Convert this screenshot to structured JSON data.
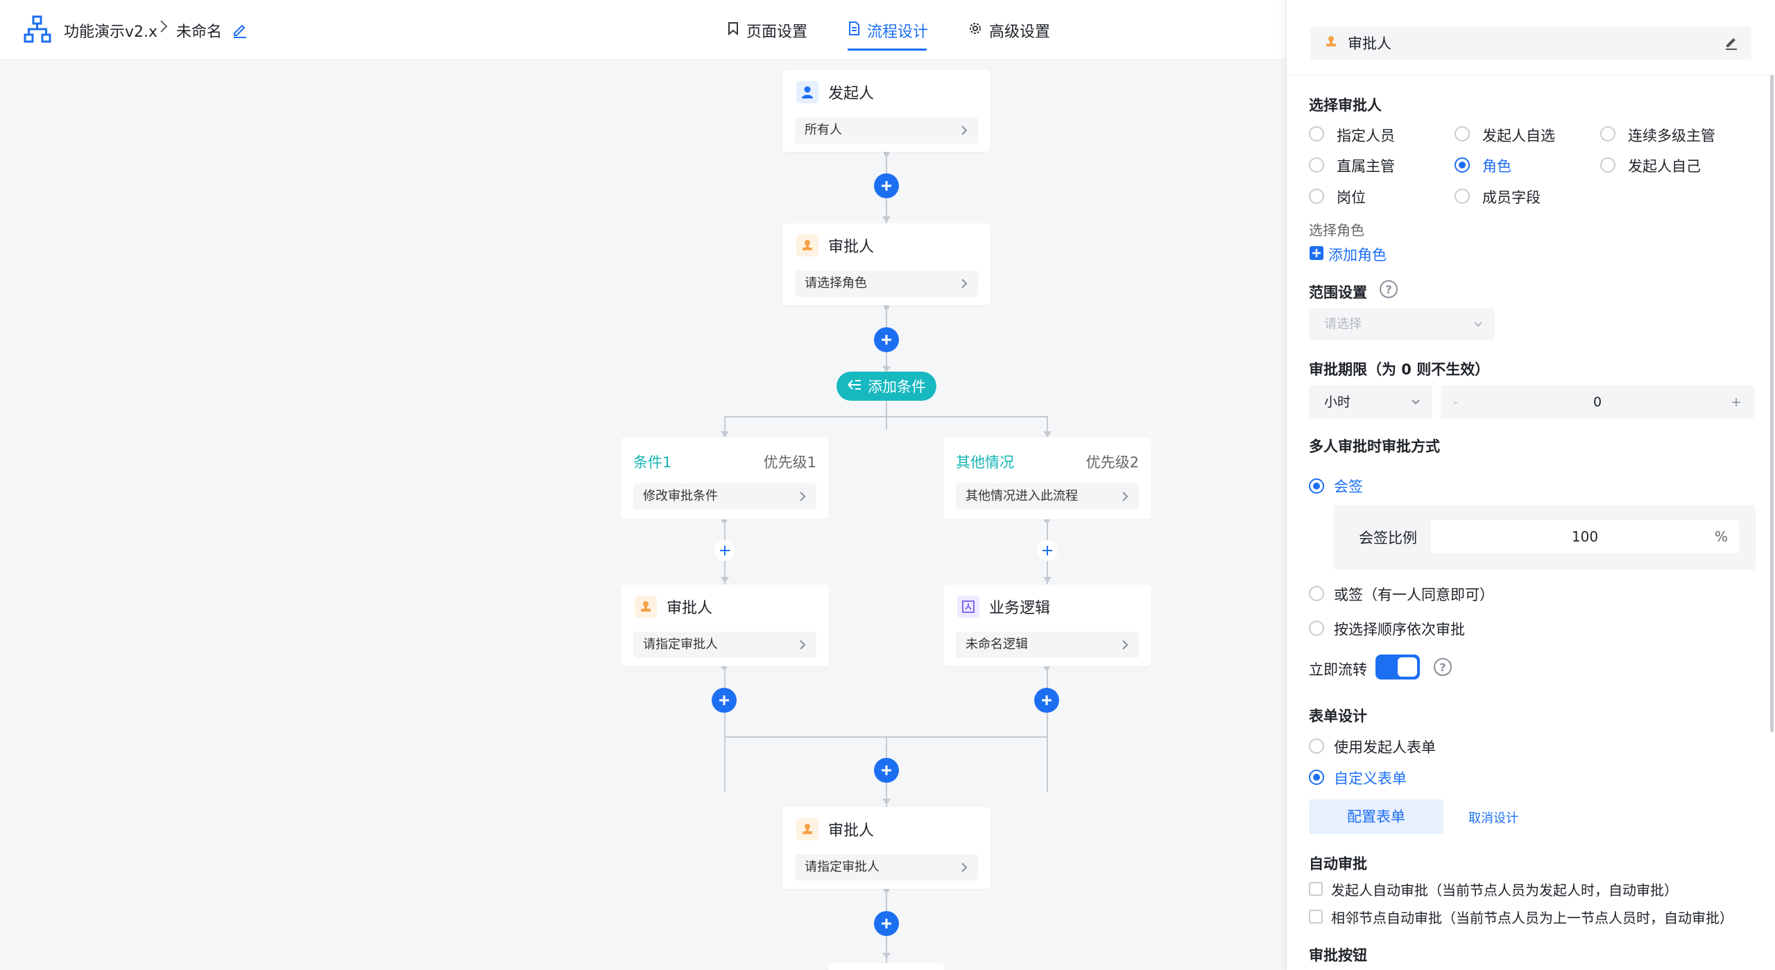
{
  "header": {
    "app_name": "功能演示v2.x",
    "separator": ">",
    "flow_name": "未命名",
    "tabs": [
      {
        "label": "页面设置",
        "active": false
      },
      {
        "label": "流程设计",
        "active": true
      },
      {
        "label": "高级设置",
        "active": false
      }
    ]
  },
  "flow": {
    "initiator": {
      "title": "发起人",
      "value": "所有人"
    },
    "approver1": {
      "title": "审批人",
      "value": "请选择角色"
    },
    "add_condition_label": "添加条件",
    "branch1": {
      "title": "条件1",
      "priority": "优先级1",
      "value": "修改审批条件"
    },
    "branch2": {
      "title": "其他情况",
      "priority": "优先级2",
      "value": "其他情况进入此流程"
    },
    "branch1_approver": {
      "title": "审批人",
      "value": "请指定审批人"
    },
    "branch2_logic": {
      "title": "业务逻辑",
      "value": "未命名逻辑"
    },
    "approver2": {
      "title": "审批人",
      "value": "请指定审批人"
    },
    "chevron": ">"
  },
  "panel": {
    "title": "审批人",
    "select_approver": {
      "heading": "选择审批人",
      "options": [
        "指定人员",
        "发起人自选",
        "连续多级主管",
        "直属主管",
        "角色",
        "发起人自己",
        "岗位",
        "成员字段"
      ],
      "selected": "角色"
    },
    "select_role_label": "选择角色",
    "add_role_label": "添加角色",
    "scope": {
      "heading": "范围设置",
      "placeholder": "请选择",
      "help": "?"
    },
    "deadline": {
      "heading": "审批期限（为 0 则不生效）",
      "unit": "小时",
      "value": "0",
      "minus": "-",
      "plus": "+"
    },
    "multi": {
      "heading": "多人审批时审批方式",
      "countersign": "会签",
      "ratio_label": "会签比例",
      "ratio_value": "100",
      "ratio_unit": "%",
      "or_sign": "或签（有一人同意即可）",
      "sequential": "按选择顺序依次审批",
      "selected": "会签"
    },
    "instant": {
      "label": "立即流转",
      "enabled": true,
      "help": "?"
    },
    "form": {
      "heading": "表单设计",
      "use_initiator": "使用发起人表单",
      "custom": "自定义表单",
      "selected": "自定义表单",
      "configure": "配置表单",
      "cancel": "取消设计"
    },
    "auto": {
      "heading": "自动审批",
      "opt1": "发起人自动审批（当前节点人员为发起人时，自动审批）",
      "opt2": "相邻节点自动审批（当前节点人员为上一节点人员时，自动审批）"
    },
    "buttons_heading": "审批按钮"
  },
  "colors": {
    "accent": "#1d6ff2",
    "teal": "#17b8c0",
    "orange": "#f5a147",
    "purple": "#7b6cf2"
  }
}
